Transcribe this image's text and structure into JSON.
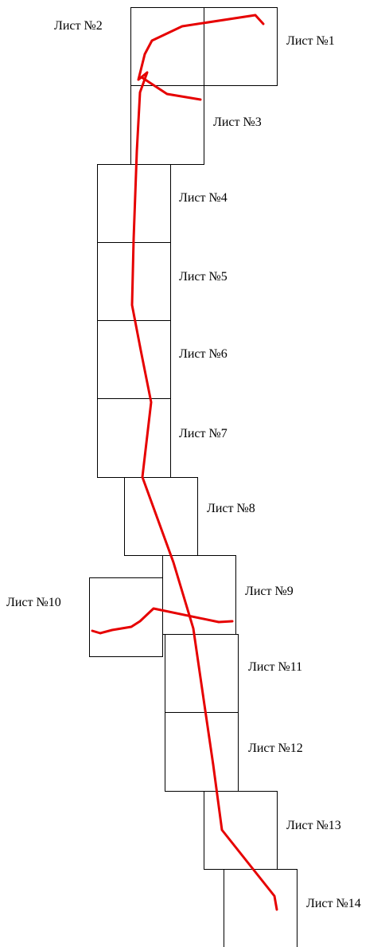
{
  "sheets": [
    {
      "label": "Лист №1"
    },
    {
      "label": "Лист №2"
    },
    {
      "label": "Лист №3"
    },
    {
      "label": "Лист №4"
    },
    {
      "label": "Лист №5"
    },
    {
      "label": "Лист №6"
    },
    {
      "label": "Лист №7"
    },
    {
      "label": "Лист №8"
    },
    {
      "label": "Лист №9"
    },
    {
      "label": "Лист №10"
    },
    {
      "label": "Лист №11"
    },
    {
      "label": "Лист №12"
    },
    {
      "label": "Лист №13"
    },
    {
      "label": "Лист №14"
    }
  ],
  "colors": {
    "route": "#e60000",
    "sheet_border": "#000000",
    "background": "#ffffff"
  }
}
